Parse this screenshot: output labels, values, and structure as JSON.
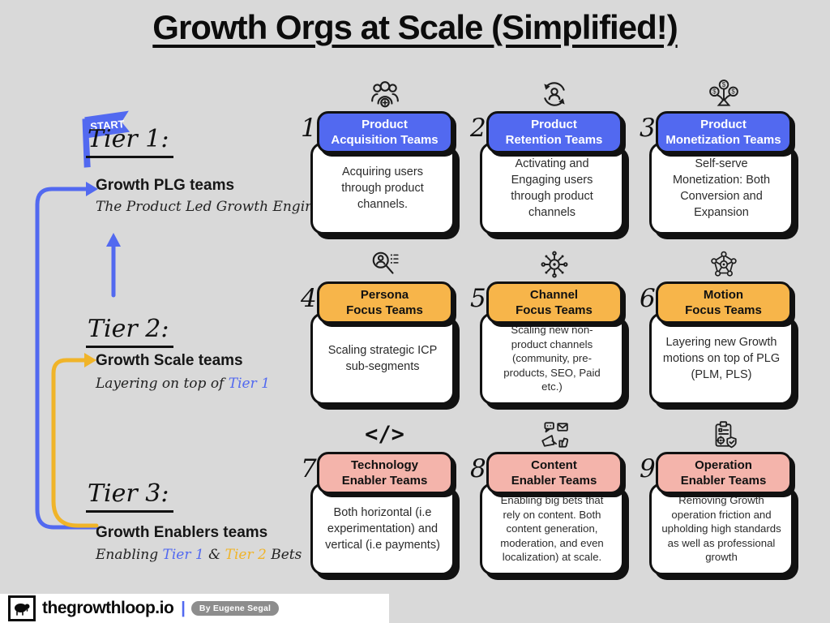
{
  "title": "Growth Orgs at Scale (Simplified!)",
  "start_flag": {
    "label": "START"
  },
  "tiers": [
    {
      "label": "Tier 1:",
      "heading": "Growth PLG teams",
      "sub": "The Product Led Growth Engine"
    },
    {
      "label": "Tier 2:",
      "heading": "Growth Scale teams",
      "sub_prefix": "Layering on top of ",
      "sub_highlight": "Tier 1"
    },
    {
      "label": "Tier 3:",
      "heading": "Growth Enablers teams",
      "sub_p1": "Enabling ",
      "sub_t1": "Tier 1",
      "sub_amp": " & ",
      "sub_t2": "Tier 2",
      "sub_p3": " Bets"
    }
  ],
  "cards": [
    {
      "number": "1.",
      "icon": "user-group-add-icon",
      "title_line1": "Product",
      "title_line2": "Acquisition Teams",
      "body": "Acquiring users\nthrough product\nchannels."
    },
    {
      "number": "2.",
      "icon": "retention-cycle-icon",
      "title_line1": "Product",
      "title_line2": "Retention Teams",
      "body": "Activating and\nEngaging users\nthrough product\nchannels"
    },
    {
      "number": "3.",
      "icon": "money-tree-icon",
      "title_line1": "Product",
      "title_line2": "Monetization Teams",
      "body": "Self-serve\nMonetization: Both\nConversion and\nExpansion"
    },
    {
      "number": "4.",
      "icon": "persona-search-icon",
      "title_line1": "Persona",
      "title_line2": "Focus Teams",
      "body": "Scaling strategic ICP\nsub-segments"
    },
    {
      "number": "5.",
      "icon": "channel-network-icon",
      "title_line1": "Channel",
      "title_line2": "Focus Teams",
      "body": "Scaling new non-\nproduct channels\n(community, pre-\nproducts, SEO, Paid\netc.)"
    },
    {
      "number": "6.",
      "icon": "motion-gears-icon",
      "title_line1": "Motion",
      "title_line2": "Focus Teams",
      "body": "Layering new Growth\nmotions on top of PLG\n(PLM,  PLS)"
    },
    {
      "number": "7.",
      "icon": "code-icon",
      "icon_glyph": "</>",
      "title_line1": "Technology",
      "title_line2": "Enabler Teams",
      "body": "Both horizontal (i.e\nexperimentation) and\nvertical (i.e payments)"
    },
    {
      "number": "8.",
      "icon": "content-megaphone-icon",
      "title_line1": "Content",
      "title_line2": "Enabler Teams",
      "body": "Enabling big bets that\nrely on content. Both\ncontent generation,\nmoderation, and even\nlocalization) at scale."
    },
    {
      "number": "9.",
      "icon": "operations-clipboard-icon",
      "title_line1": "Operation",
      "title_line2": "Enabler Teams",
      "body": "Removing Growth\noperation friction and\nupholding high standards\nas well as professional\ngrowth"
    }
  ],
  "footer": {
    "brand": "thegrowthloop.io",
    "separator": "|",
    "byline": "By Eugene Segal"
  },
  "colors": {
    "background": "#d9d9d9",
    "tier1_accent": "#5269f0",
    "tier2_accent": "#f0b429",
    "row1_header_fill": "#5269f0",
    "row2_header_fill": "#f7b54a",
    "row3_header_fill": "#f4b4ab",
    "card_border": "#111111",
    "byline_badge": "#8d8d8d"
  }
}
